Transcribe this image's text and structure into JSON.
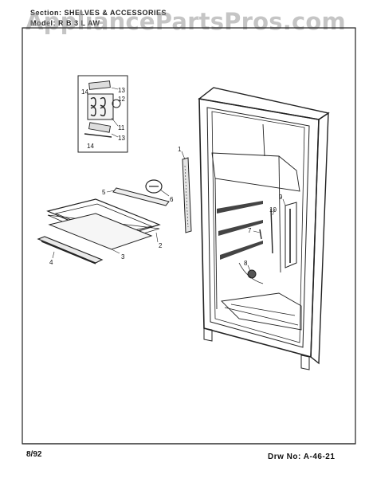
{
  "header": {
    "section_label": "Section:",
    "section_value": "SHELVES & ACCESSORIES",
    "model_label": "Model:",
    "model_value": "R B 3 L AW"
  },
  "watermark": "AppliancePartsPros.com",
  "footer": {
    "date": "8/92",
    "drawing_label": "Drw No:",
    "drawing_number": "A-46-21"
  },
  "callouts": {
    "c1": "1",
    "c2": "2",
    "c3": "3",
    "c4": "4",
    "c5": "5",
    "c6": "6",
    "c7": "7",
    "c8": "8",
    "c9": "9",
    "c10": "10",
    "c11": "11",
    "c12": "12",
    "c13a": "13",
    "c13b": "13",
    "c14a": "14",
    "c14b": "14"
  }
}
